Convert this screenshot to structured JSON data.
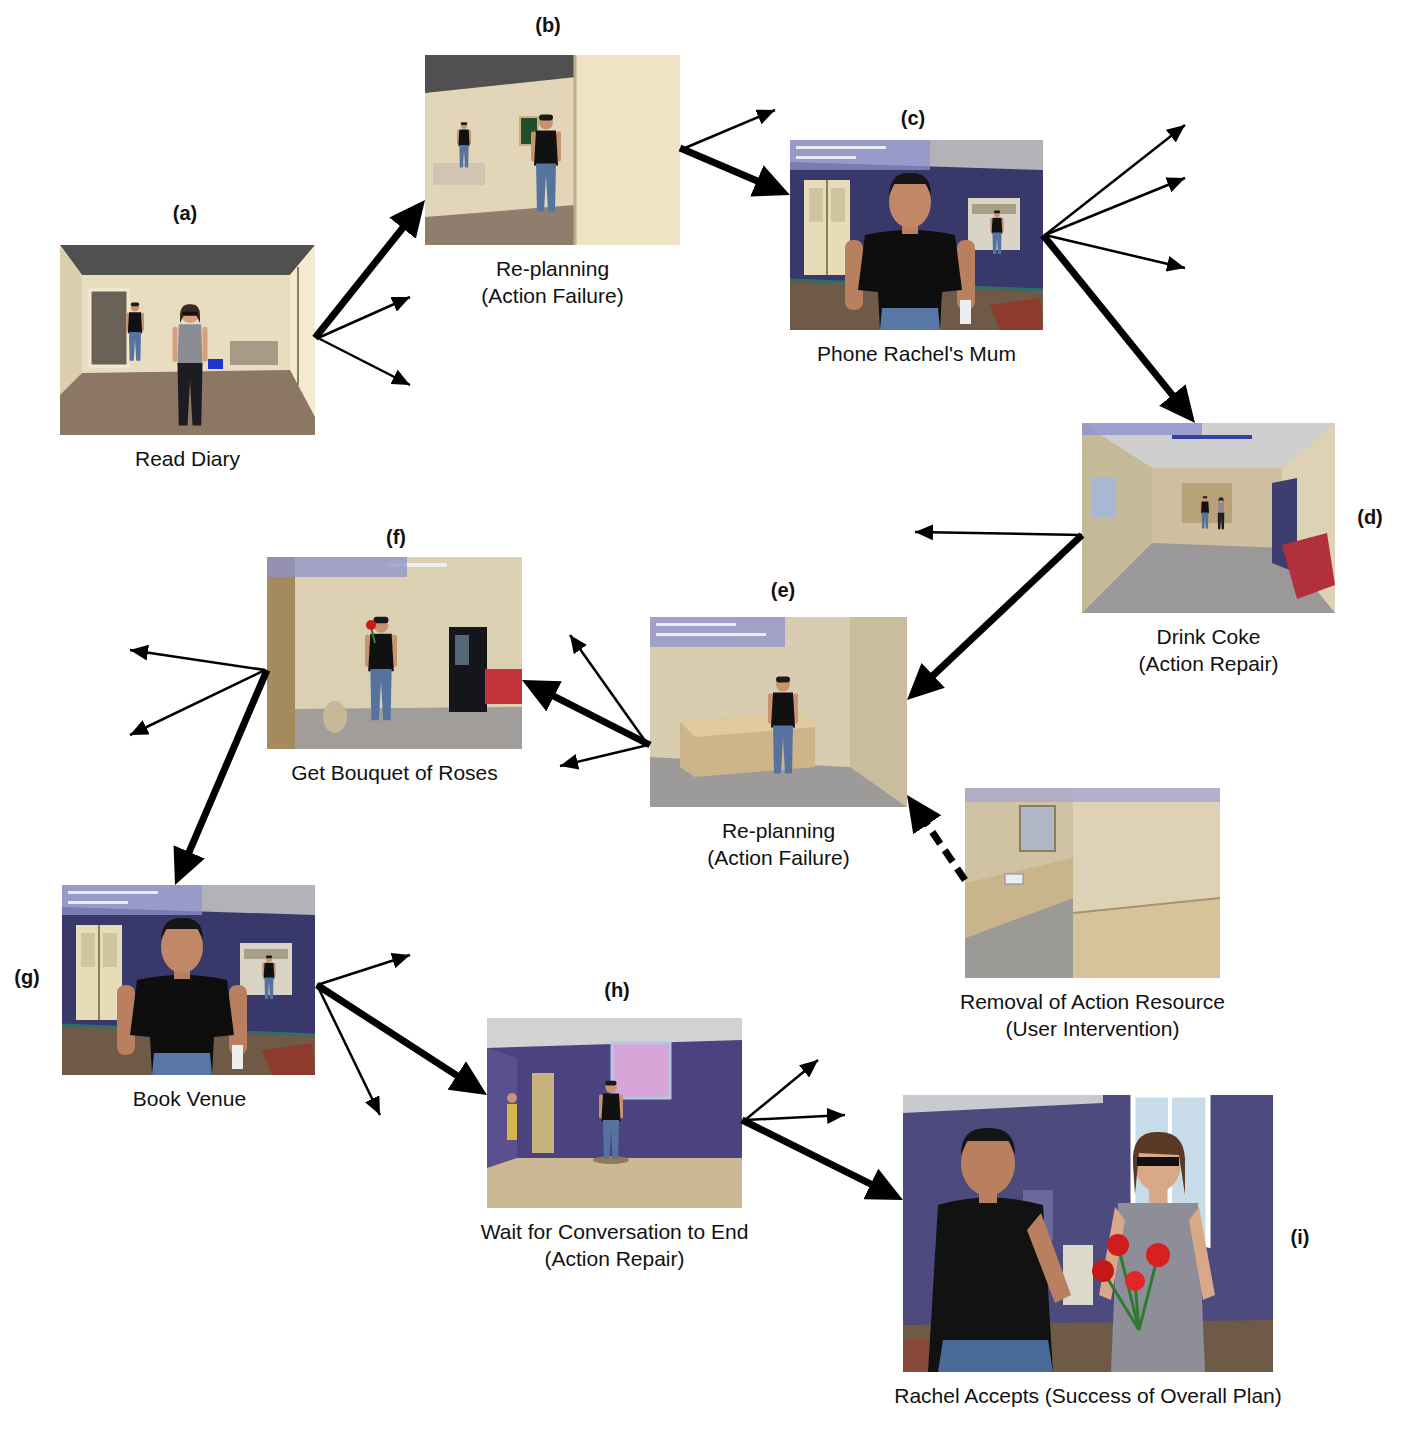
{
  "diagram": {
    "nodes": [
      {
        "text": [
          "(a)",
          "Read Diary"
        ]
      },
      {
        "text": [
          "(b)",
          "Re-planning (Action Failure)"
        ]
      },
      {
        "text": [
          "(c)",
          "Phone Rachel's Mum"
        ]
      },
      {
        "text": [
          "(d)",
          "Drink Coke (Action Repair)"
        ]
      },
      {
        "text": [
          "(e)",
          "Re-planning (Action Failure)"
        ]
      },
      {
        "text": [
          "Removal of Action Resource (User Intervention)"
        ]
      },
      {
        "text": [
          "(f)",
          "Get Bouquet of Roses"
        ]
      },
      {
        "text": [
          "(g)",
          "Book Venue"
        ]
      },
      {
        "text": [
          "(h)",
          "Wait for Conversation to End (Action Repair)"
        ]
      },
      {
        "text": [
          "(i)",
          "Rachel Accepts (Success of Overall Plan)"
        ]
      }
    ],
    "edges": [
      {
        "from": 0,
        "to": 1,
        "arrow": "to"
      },
      {
        "from": 1,
        "to": 2,
        "arrow": "to"
      },
      {
        "from": 2,
        "to": 3,
        "arrow": "to"
      },
      {
        "from": 3,
        "to": 4,
        "arrow": "to"
      },
      {
        "from": 5,
        "to": 4,
        "arrow": "to"
      },
      {
        "from": 4,
        "to": 6,
        "arrow": "to"
      },
      {
        "from": 6,
        "to": 7,
        "arrow": "to"
      },
      {
        "from": 7,
        "to": 8,
        "arrow": "to"
      },
      {
        "from": 8,
        "to": 9,
        "arrow": "to"
      }
    ]
  }
}
